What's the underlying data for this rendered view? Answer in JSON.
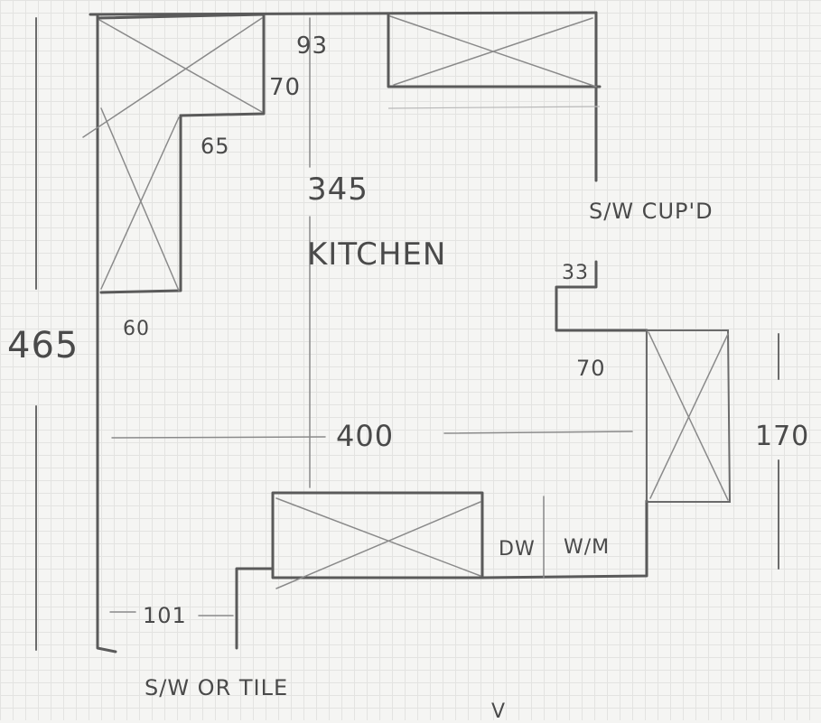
{
  "sketch": {
    "title_word": "KITCHEN",
    "dimensions": {
      "overall_height": "465",
      "mid_depth": "345",
      "interior_width": "400",
      "right_side": "170",
      "top_corner_a": "93",
      "top_corner_b": "70",
      "upper_left_depth": "65",
      "left_unit_width": "60",
      "right_nib": "33",
      "right_unit_depth": "70",
      "bottom_step": "101"
    },
    "notes": {
      "cupboard": "S/W CUP'D",
      "bottom_left": "S/W OR TILE",
      "dishwasher": "DW",
      "washing_machine": "W/M",
      "bottom_mark": "V"
    }
  }
}
